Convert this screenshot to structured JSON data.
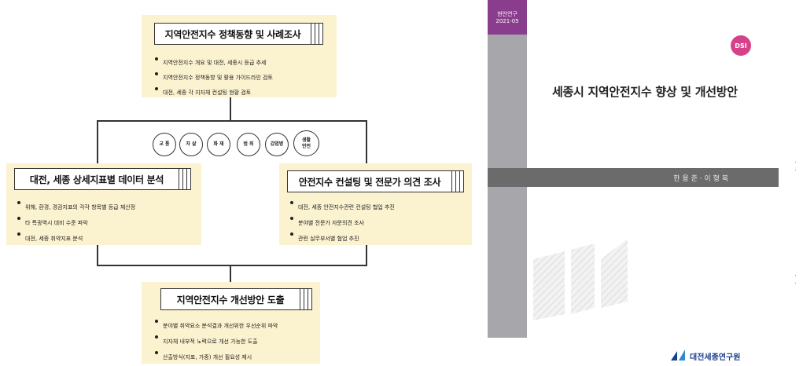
{
  "diagram": {
    "top": {
      "title": "지역안전지수 정책동향 및 사례조사",
      "bullets": [
        "지역안전지수 개요 및 대전, 세종시 등급 추세",
        "지역안전지수 정책동향 및 활용 가이드라인 검토",
        "대전, 세종 각 지자체 컨설팅 현황 검토"
      ]
    },
    "categories": [
      "교 통",
      "자 살",
      "화 재",
      "범 죄",
      "감염병",
      "생활\n안전"
    ],
    "left": {
      "title": "대전, 세종 상세지표별 데이터 분석",
      "bullets": [
        "위해, 환경, 경감지표의 각각 항목별 등급 재산정",
        "타 특광역시 대비 수준 파악",
        "대전, 세종 취약지표 분석"
      ]
    },
    "right": {
      "title": "안전지수 컨설팅 및 전문가 의견 조사",
      "bullets": [
        "대전, 세종 안전지수관련 컨설팅 협업 추진",
        "분야별 전문가 자문의견 조사",
        "관련 실무부서별 협업 추진"
      ]
    },
    "bottom": {
      "title": "지역안전지수 개선방안 도출",
      "bullets": [
        "분야별 취약요소 분석결과 개선위한 우선순위 파악",
        "지자체 내부적 노력으로 개선 가능한 도출",
        "산출방식(지표, 가중) 개선 필요성 제시"
      ]
    }
  },
  "cover": {
    "series": "현안연구\n2021-05",
    "badge": "DSI",
    "title": "세종시 지역안전지수 향상 및 개선방안",
    "authors": "한 용 준 · 이 형 복",
    "publisher": "대전세종연구원",
    "dots": [
      ". .",
      ". ."
    ]
  },
  "colors": {
    "panel": "#fbf2cf",
    "spine": "#a7a7ab",
    "spine_top": "#8a3d8c",
    "badge": "#d6418a",
    "author_band": "#6b6b6b",
    "logo": "#1b3f8f"
  }
}
